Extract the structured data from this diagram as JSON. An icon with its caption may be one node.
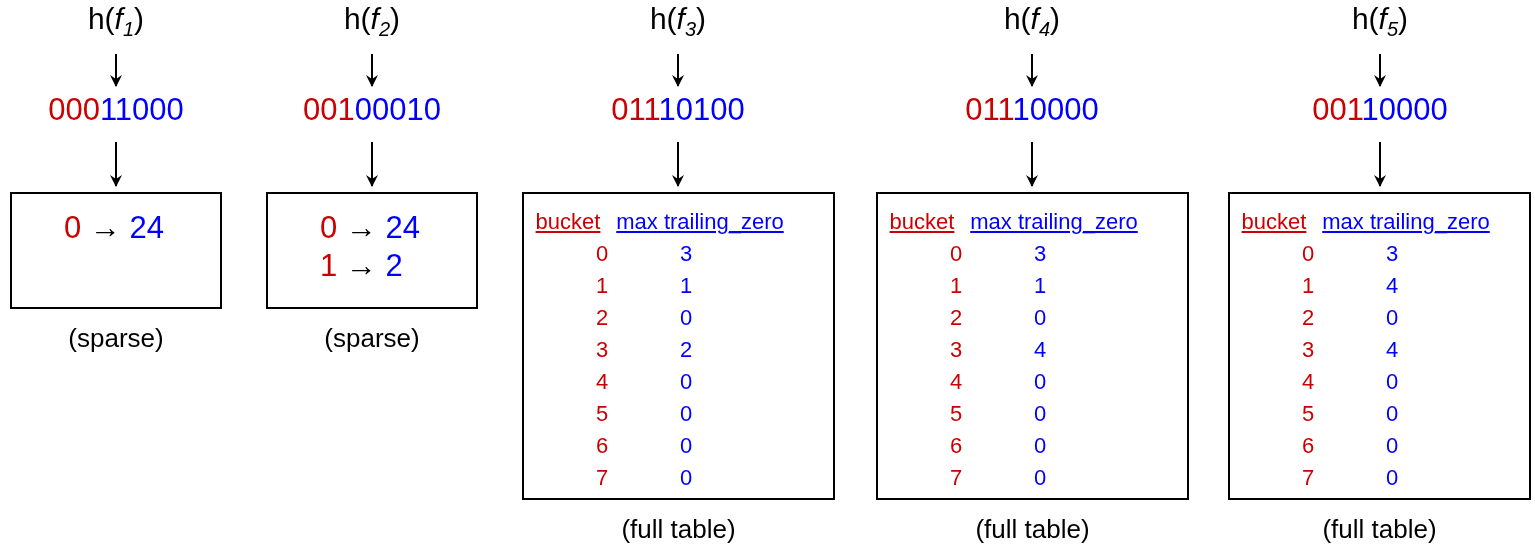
{
  "diagram": {
    "nodes": [
      {
        "text": [
          "h(*f*$_{1}$)"
        ]
      },
      {
        "text": [
          "00011000"
        ]
      },
      {
        "text": [
          "0 → 24"
        ],
        "beside": [
          "(sparse)"
        ]
      },
      {
        "text": [
          "h(*f*$_{2}$)"
        ]
      },
      {
        "text": [
          "00100010"
        ]
      },
      {
        "text": [
          "0 → 24",
          "1 → 2"
        ],
        "beside": [
          "(sparse)"
        ]
      },
      {
        "text": [
          "h(*f*$_{3}$)"
        ]
      },
      {
        "text": [
          "01110100"
        ]
      },
      {
        "text": [
          "bucket",
          "max trailing_zero",
          "0",
          "3",
          "1",
          "1",
          "2",
          "0",
          "3",
          "2",
          "4",
          "0",
          "5",
          "0",
          "6",
          "0",
          "7",
          "0"
        ],
        "beside": [
          "(full table)"
        ]
      },
      {
        "text": [
          "h(*f*$_{4}$)"
        ]
      },
      {
        "text": [
          "01110000"
        ]
      },
      {
        "text": [
          "bucket",
          "max trailing_zero",
          "0",
          "3",
          "1",
          "1",
          "2",
          "0",
          "3",
          "4",
          "4",
          "0",
          "5",
          "0",
          "6",
          "0",
          "7",
          "0"
        ],
        "beside": [
          "(full table)"
        ]
      },
      {
        "text": [
          "h(*f*$_{5}$)"
        ]
      },
      {
        "text": [
          "00110000"
        ]
      },
      {
        "text": [
          "bucket",
          "max trailing_zero",
          "0",
          "3",
          "1",
          "4",
          "2",
          "0",
          "3",
          "4",
          "4",
          "0",
          "5",
          "0",
          "6",
          "0",
          "7",
          "0"
        ],
        "beside": [
          "(full table)"
        ]
      }
    ],
    "edges": [
      {
        "from": 0,
        "to": 1,
        "arrow": "to"
      },
      {
        "from": 1,
        "to": 2,
        "arrow": "to"
      },
      {
        "from": 3,
        "to": 4,
        "arrow": "to"
      },
      {
        "from": 4,
        "to": 5,
        "arrow": "to"
      },
      {
        "from": 6,
        "to": 7,
        "arrow": "to"
      },
      {
        "from": 7,
        "to": 8,
        "arrow": "to"
      },
      {
        "from": 9,
        "to": 10,
        "arrow": "to"
      },
      {
        "from": 10,
        "to": 11,
        "arrow": "to"
      },
      {
        "from": 12,
        "to": 13,
        "arrow": "to"
      },
      {
        "from": 13,
        "to": 14,
        "arrow": "to"
      }
    ]
  }
}
